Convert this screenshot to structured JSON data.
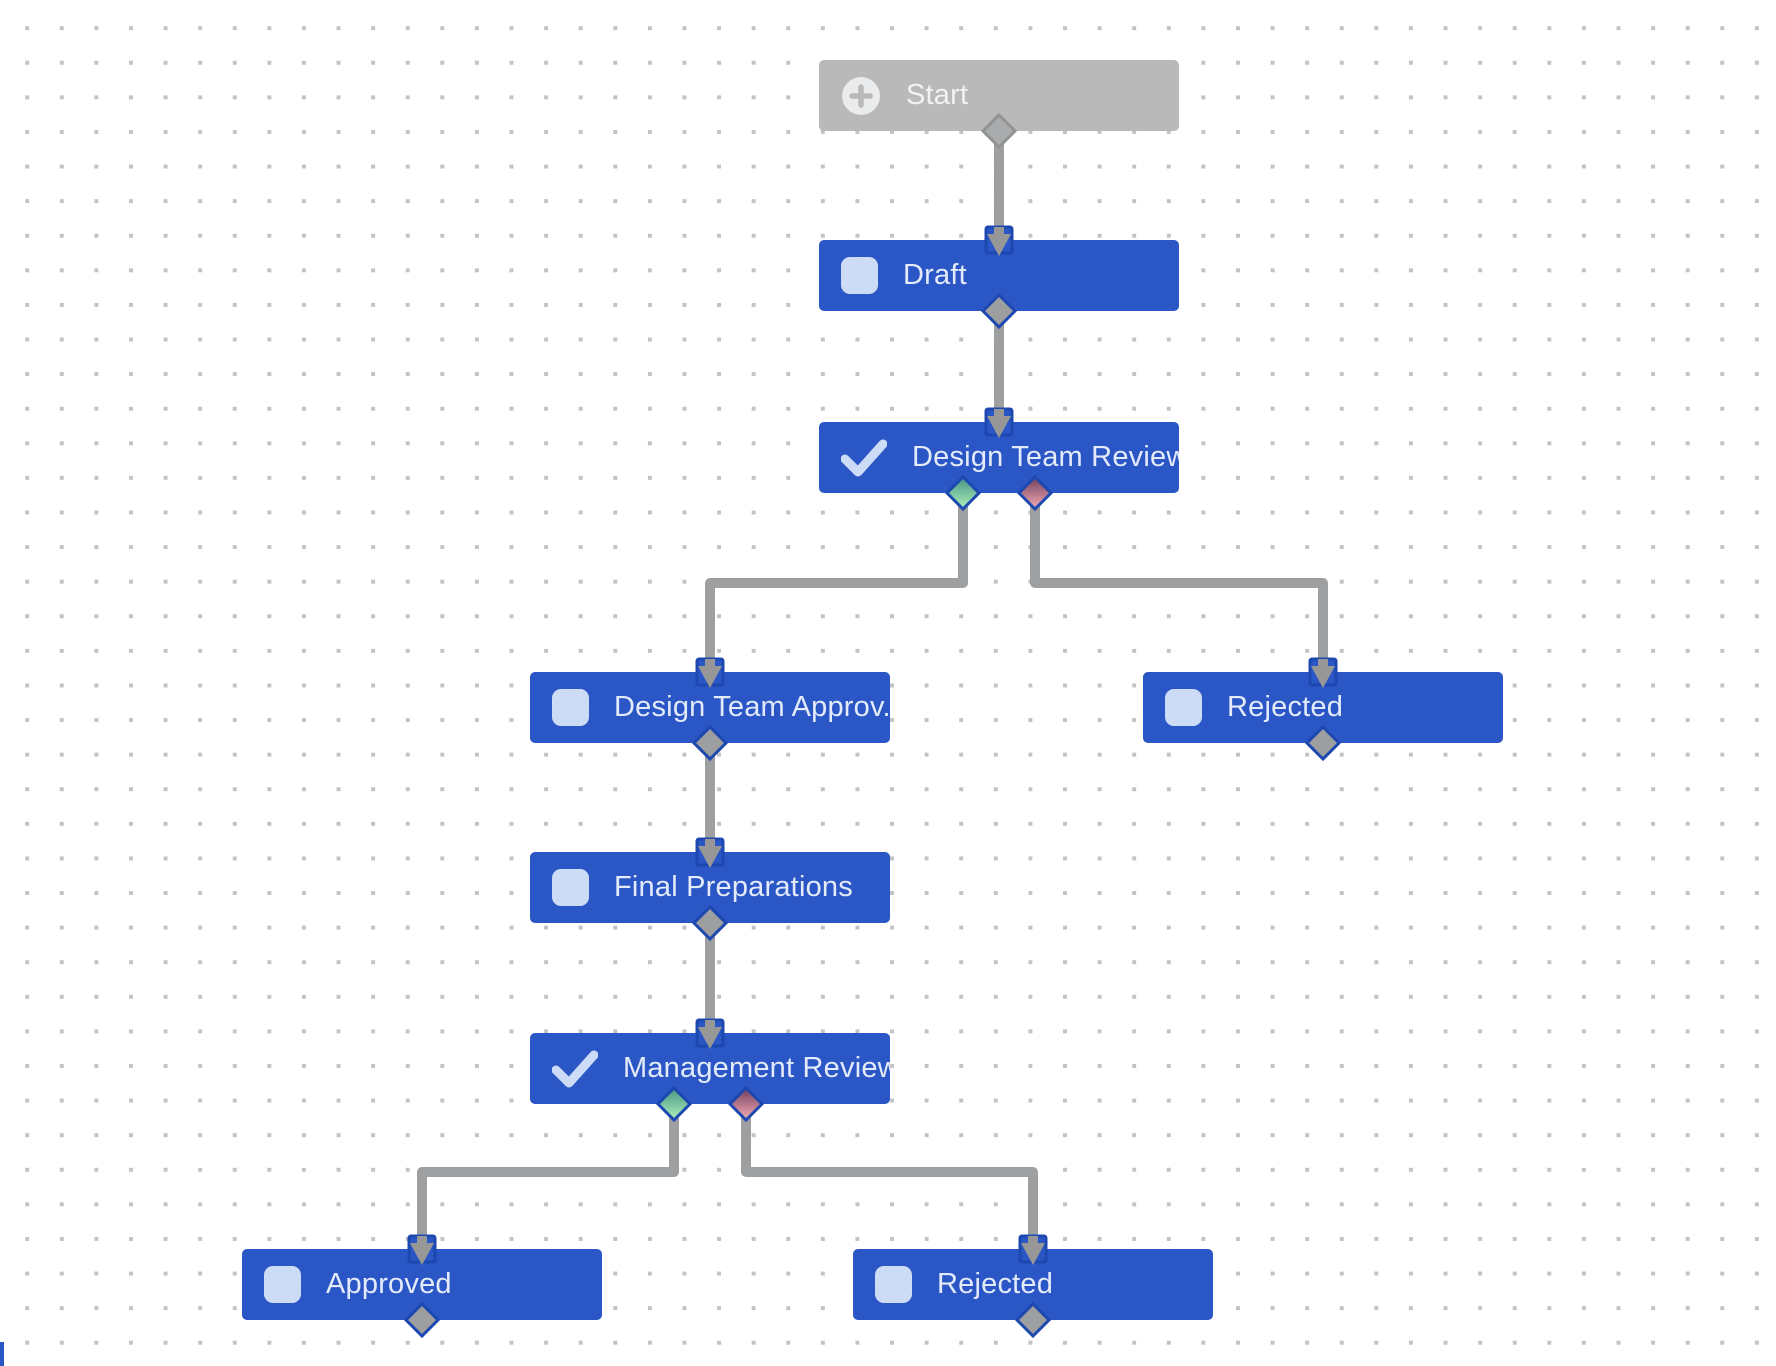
{
  "diagram": {
    "nodes": [
      {
        "id": "start",
        "label": "Start",
        "type": "start",
        "icon": "plus-circle-icon"
      },
      {
        "id": "draft",
        "label": "Draft",
        "type": "task",
        "icon": "task-square-icon"
      },
      {
        "id": "design_team_review",
        "label": "Design Team Review",
        "type": "review",
        "icon": "checkmark-icon"
      },
      {
        "id": "design_team_approved",
        "label": "Design Team Approv.",
        "type": "task",
        "icon": "task-square-icon"
      },
      {
        "id": "rejected_top",
        "label": "Rejected",
        "type": "task",
        "icon": "task-square-icon"
      },
      {
        "id": "final_preparations",
        "label": "Final Preparations",
        "type": "task",
        "icon": "task-square-icon"
      },
      {
        "id": "management_review",
        "label": "Management Review",
        "type": "review",
        "icon": "checkmark-icon"
      },
      {
        "id": "approved",
        "label": "Approved",
        "type": "task",
        "icon": "task-square-icon"
      },
      {
        "id": "rejected_bottom",
        "label": "Rejected",
        "type": "task",
        "icon": "task-square-icon"
      }
    ],
    "edges": [
      {
        "from": "start",
        "to": "draft",
        "outcome": "default"
      },
      {
        "from": "draft",
        "to": "design_team_review",
        "outcome": "default"
      },
      {
        "from": "design_team_review",
        "to": "design_team_approved",
        "outcome": "approve"
      },
      {
        "from": "design_team_review",
        "to": "rejected_top",
        "outcome": "reject"
      },
      {
        "from": "design_team_approved",
        "to": "final_preparations",
        "outcome": "default"
      },
      {
        "from": "final_preparations",
        "to": "management_review",
        "outcome": "default"
      },
      {
        "from": "management_review",
        "to": "approved",
        "outcome": "approve"
      },
      {
        "from": "management_review",
        "to": "rejected_bottom",
        "outcome": "reject"
      }
    ],
    "colors": {
      "node_blue": "#2a56c6",
      "node_gray": "#b9b9b9",
      "icon_light_blue": "#ccdbf6",
      "connector_gray": "#9e9fa1",
      "arrow_gray": "#979797",
      "port_border_blue": "#1c48b0",
      "diamond_gray": "#9c9ea0",
      "outcome_green_top": "#459482",
      "outcome_green_bottom": "#b0f1bd",
      "outcome_red_top": "#6f3e5b",
      "outcome_red_bottom": "#f7adb7",
      "grid_dot": "#c2c3c5",
      "canvas_background": "#ffffff"
    }
  }
}
